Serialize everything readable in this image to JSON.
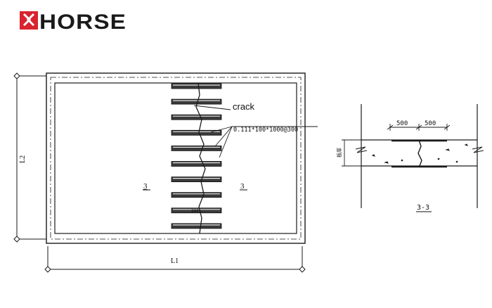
{
  "logo": {
    "text": "HORSE",
    "accent_color": "#d9232e",
    "text_color": "#1a1a1a"
  },
  "plan": {
    "crack_label": "crack",
    "strip_spec": "0.111*100*1000@300",
    "dim_l1": "L1",
    "dim_l2": "L2",
    "section_mark_left": "3",
    "section_mark_right": "3",
    "bottom_strip_note": "300"
  },
  "section": {
    "dim_left": "500",
    "dim_right": "500",
    "thickness_label": "板厚",
    "title": "3-3"
  },
  "colors": {
    "line": "#1a1a1a",
    "strip_fill": "#3a3a3a",
    "strip_edge": "#e8e8e8"
  }
}
